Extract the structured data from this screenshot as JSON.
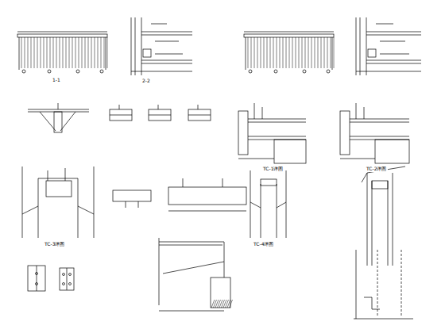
{
  "diagram": {
    "labels": [
      "1-1",
      "2-2",
      "TC-1详图",
      "TC-2详图",
      "TC-3详图",
      "TC-4详图"
    ]
  }
}
